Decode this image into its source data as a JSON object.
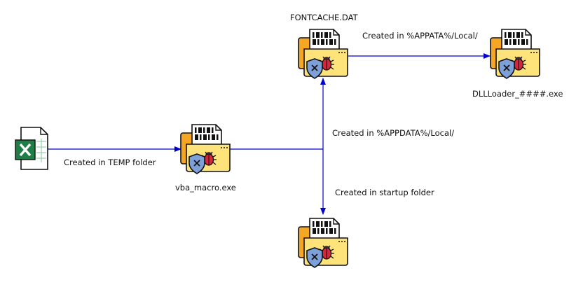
{
  "nodes": {
    "excel": {
      "icon": "excel-file-icon"
    },
    "vba": {
      "label": "vba_macro.exe",
      "icon": "malware-folder-icon"
    },
    "fontcache": {
      "label": "FONTCACHE.DAT",
      "icon": "malware-folder-icon"
    },
    "dllloader": {
      "label": "DLLLoader_####.exe",
      "icon": "malware-folder-icon"
    },
    "startup": {
      "label": "",
      "icon": "malware-folder-icon"
    }
  },
  "edges": {
    "temp": "Created in TEMP folder",
    "appdata_font": "Created in %APPDATA%/Local/",
    "appata_dll": "Created in %APPATA%/Local/",
    "startup": "Created in startup folder"
  },
  "colors": {
    "arrow": "#0000cc",
    "folder_back": "#f5a623",
    "folder_front": "#fde37a",
    "shield": "#7da0d8",
    "bug": "#d6263b",
    "excel_green": "#1e7e45"
  }
}
